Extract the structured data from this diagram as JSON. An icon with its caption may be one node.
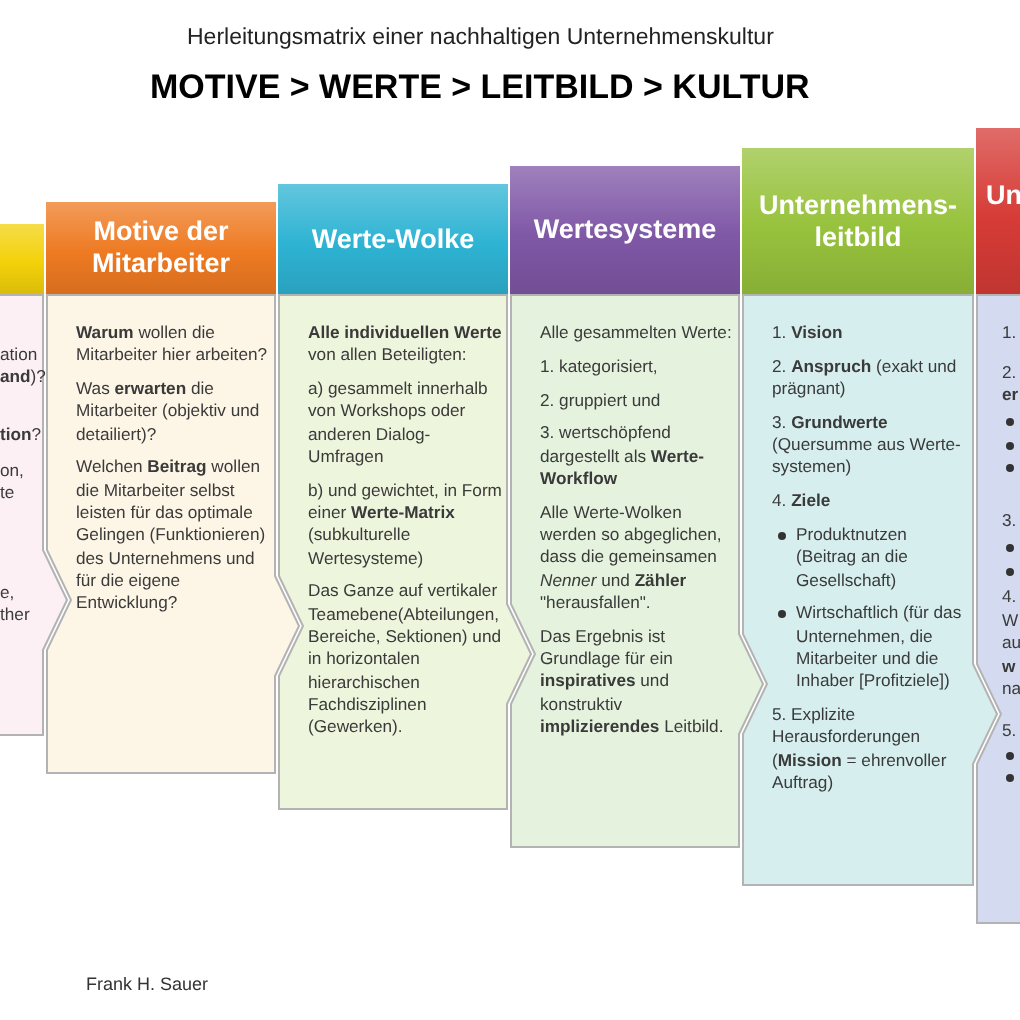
{
  "diagram": {
    "title": "MOTIVE > WERTE > LEITBILD > KULTUR",
    "nodes": [
      {
        "text": [
          "ation **and**)?",
          "**tion**?",
          "on, te",
          "e, ther"
        ]
      },
      {
        "text": [
          "Motive der Mitarbeiter",
          "**Warum** wollen die Mitarbeiter hier arbeiten?",
          "Was **erwarten** die Mitarbeiter (objektiv und detailiert)?",
          "Welchen **Beitrag** wollen die Mitarbeiter selbst leisten für das optimale Gelingen (Funktionieren) des Unternehmens und für die eigene Entwicklung?"
        ]
      },
      {
        "text": [
          "Werte-Wolke",
          "**Alle individuellen Werte** von allen Beteiligten:",
          "a) gesammelt innerhalb von Workshops oder anderen Dialog-Umfragen",
          "b) und gewichtet, in Form einer **Werte-Matrix** (subkulturelle Wertesysteme)",
          "Das Ganze auf vertikaler Teamebene(Abteilungen, Bereiche, Sektionen) und in horizontalen hierarchischen Fachdisziplinen (Gewerken)."
        ]
      },
      {
        "text": [
          "Wertesysteme",
          "Alle gesammelten Werte:",
          "1. kategorisiert,",
          "2. gruppiert und",
          "3. wertschöpfend dargestellt als **Werte-Workflow**",
          "Alle Werte-Wolken werden so abgeglichen, dass die gemeinsamen *Nenner* und **Zähler** \"herausfallen\".",
          "Das Ergebnis ist Grundlage für ein **inspiratives** und konstruktiv **implizierendes** Leitbild."
        ]
      },
      {
        "text": [
          "Unternehmens-leitbild",
          "1. **Vision**",
          "2. **Anspruch** (exakt und prägnant)",
          "3. **Grundwerte** (Quersumme aus Werte-systemen)",
          "4. **Ziele**",
          "Produktnutzen (Beitrag an die Gesellschaft)",
          "Wirtschaftlich (für das Unternehmen, die Mitarbeiter und die Inhaber [Profitziele])",
          "5. Explizite Herausforderungen (**Mission** = ehrenvoller Auftrag)"
        ]
      },
      {
        "text": [
          "Un",
          "1.",
          "2. **er**",
          "3.",
          "4.",
          "W au **w** na",
          "5."
        ]
      }
    ],
    "labels": [
      "Herleitungsmatrix einer nachhaltigen Unternehmenskultur",
      "Frank H. Sauer"
    ]
  }
}
